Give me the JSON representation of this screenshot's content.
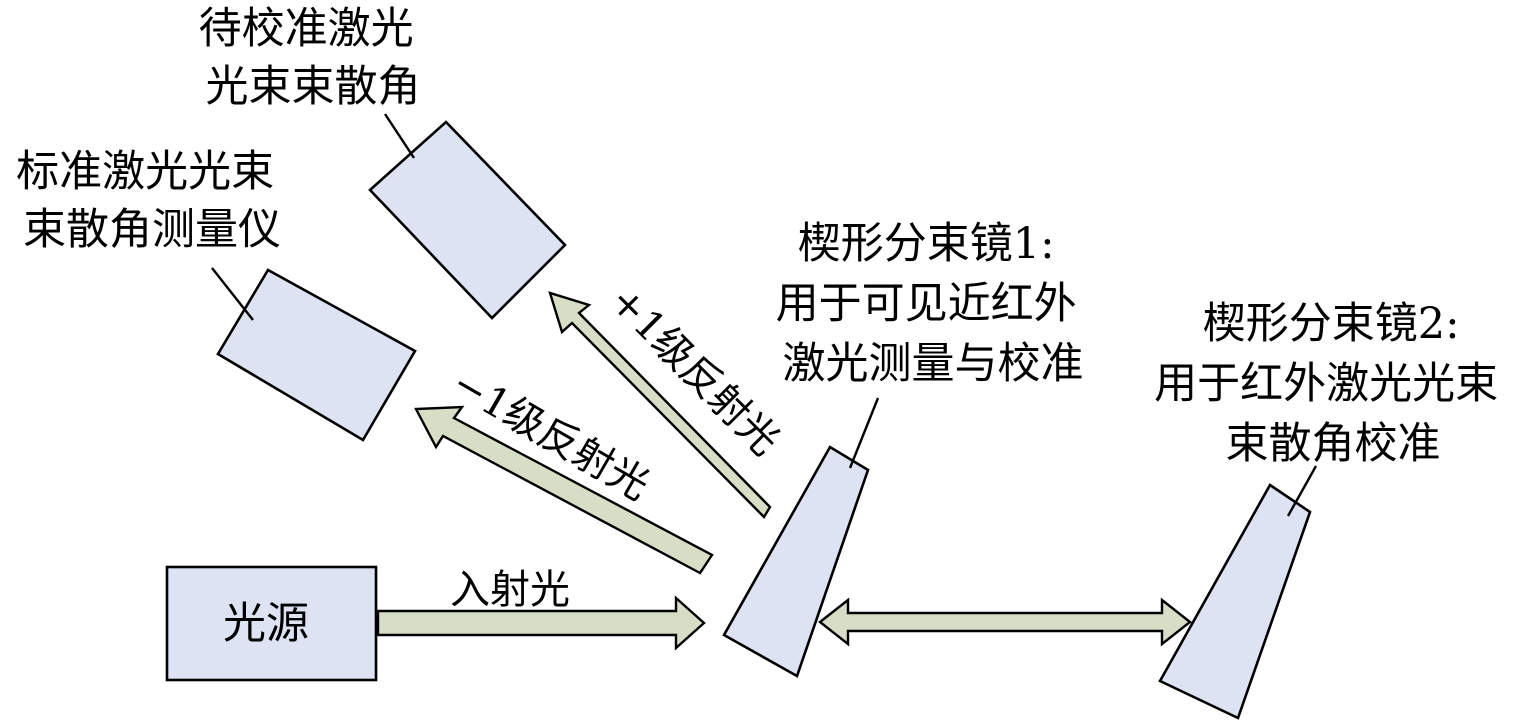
{
  "light_source": {
    "label": "光源"
  },
  "incident": {
    "label": "入射光"
  },
  "minus_one": {
    "label": "−1级反射光"
  },
  "plus_one": {
    "label": "+1级反射光"
  },
  "laser_under_test": {
    "lines": [
      "待校准激光",
      "光束束散角"
    ]
  },
  "standard_meter": {
    "lines": [
      "标准激光光束",
      "束散角测量仪"
    ]
  },
  "wedge1": {
    "lines": [
      "楔形分束镜1:",
      "用于可见近红外",
      "激光测量与校准"
    ]
  },
  "wedge2": {
    "lines": [
      "楔形分束镜2:",
      "用于红外激光光束",
      "束散角校准"
    ]
  },
  "colors": {
    "box_fill": "#dde3f2",
    "arrow_fill": "#d6dfc5",
    "stroke": "#000000"
  }
}
